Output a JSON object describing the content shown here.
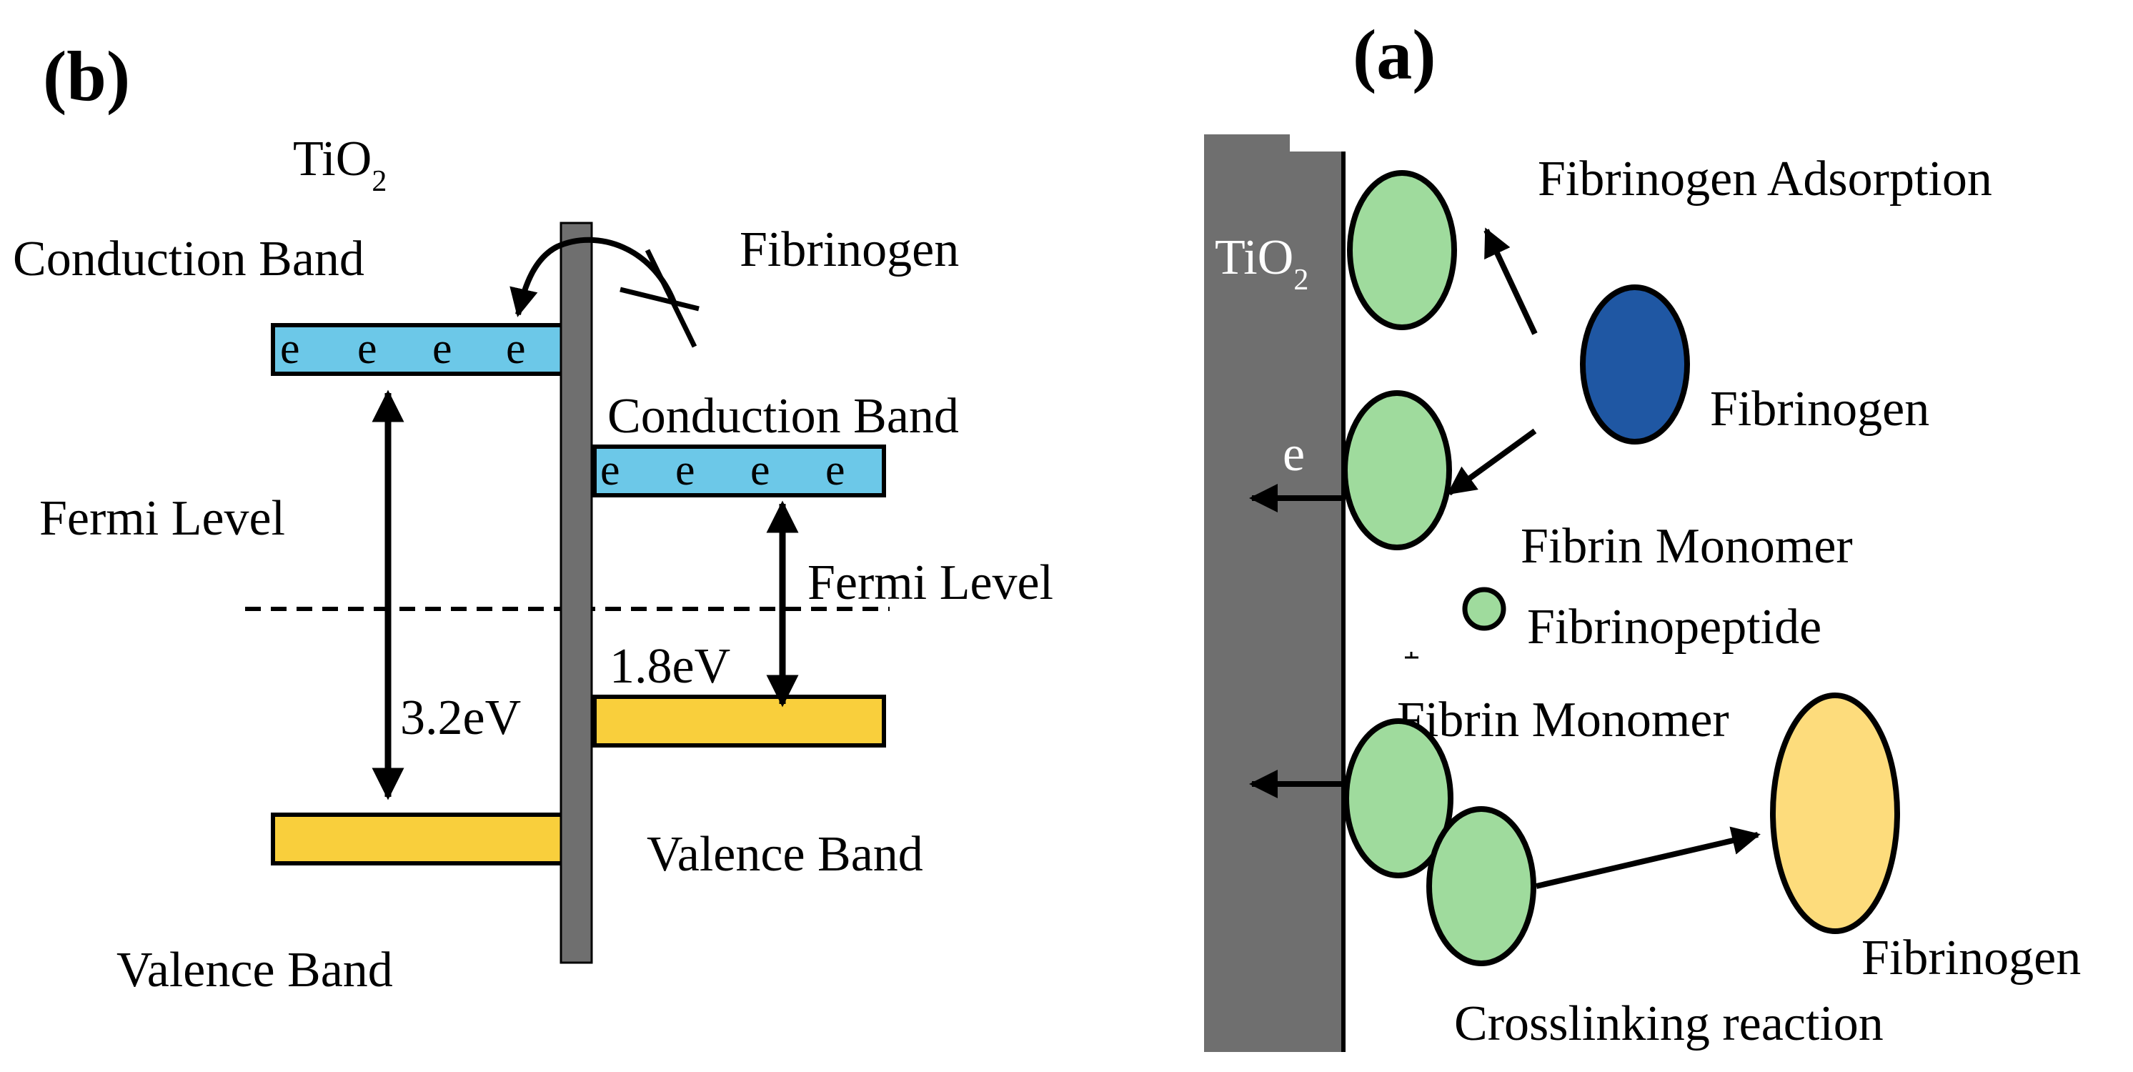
{
  "panel_b": {
    "label": "(b)",
    "tio2_title": "TiO",
    "tio2_subscript": "2",
    "tio2_conduction_band": "Conduction Band",
    "fibrinogen": "Fibrinogen",
    "fibrinogen_conduction_band": "Conduction Band",
    "tio2_fermi_level": "Fermi Level",
    "fibrinogen_fermi_level": "Fermi Level",
    "gap_fibrinogen": "1.8eV",
    "gap_tio2": "3.2eV",
    "fibrinogen_valence_band": "Valence Band",
    "tio2_valence_band": "Valence Band",
    "electron": "e"
  },
  "panel_a": {
    "label": "(a)",
    "tio2_label": "TiO",
    "tio2_subscript": "2",
    "fibrinogen_adsorption": "Fibrinogen Adsorption",
    "fibrinogen": "Fibrinogen",
    "electron": "e",
    "fibrin_monomer_top": "Fibrin Monomer",
    "fibrinopeptide": "Fibrinopeptide",
    "fibrin_monomer_bottom": "Fibrin Monomer",
    "fibrinogen_bottom": "Fibrinogen",
    "crosslinking_reaction": "Crosslinking reaction"
  },
  "colors": {
    "conduction_band": "#6cc8e8",
    "valence_band": "#f9cf3c",
    "surface_gray": "#6f6f6f",
    "fibrin_green": "#9fdb9d",
    "fibrinogen_blue": "#1f57a3",
    "fibrinogen_yellow": "#fddc7c"
  }
}
